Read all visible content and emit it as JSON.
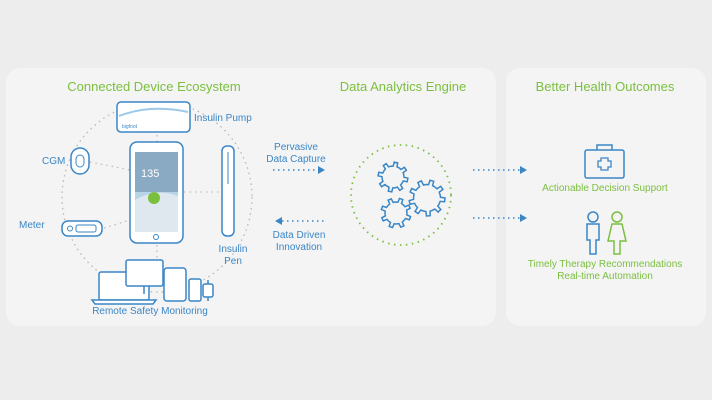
{
  "sections": {
    "ecosystem_title": "Connected Device Ecosystem",
    "analytics_title": "Data Analytics Engine",
    "outcomes_title": "Better Health Outcomes"
  },
  "devices": {
    "insulin_pump": "Insulin Pump",
    "cgm": "CGM",
    "meter": "Meter",
    "insulin_pen_line1": "Insulin",
    "insulin_pen_line2": "Pen",
    "remote_monitoring": "Remote Safety Monitoring",
    "pump_brand": "bigfoot",
    "phone_reading": "135"
  },
  "flows": {
    "capture_line1": "Pervasive",
    "capture_line2": "Data Capture",
    "innovation_line1": "Data Driven",
    "innovation_line2": "Innovation"
  },
  "outcomes": {
    "decision_support": "Actionable Decision Support",
    "therapy_line1": "Timely Therapy Recommendations",
    "therapy_line2": "Real-time Automation"
  },
  "colors": {
    "green": "#7bbf3f",
    "blue": "#3a86c6",
    "dots": "#b0b0b0"
  }
}
